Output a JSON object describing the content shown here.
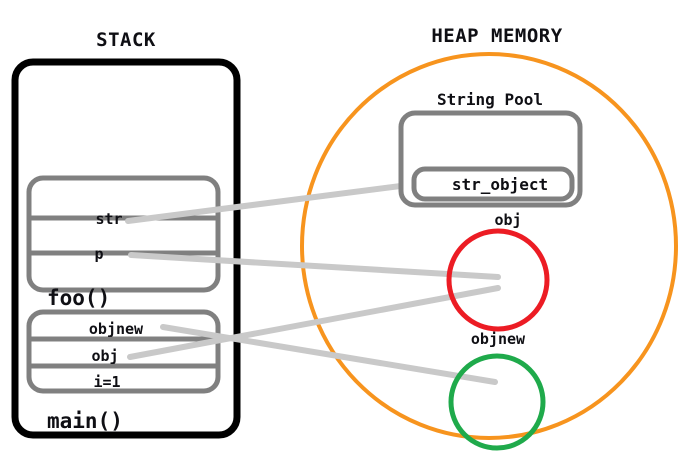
{
  "diagram": {
    "title_stack": "STACK",
    "title_heap": "HEAP MEMORY"
  },
  "stack": {
    "label": "STACK",
    "frames": [
      {
        "name": "foo()",
        "slots": [
          {
            "label": ""
          },
          {
            "label": "str"
          },
          {
            "label": "p"
          }
        ]
      },
      {
        "name": "main()",
        "slots": [
          {
            "label": "objnew"
          },
          {
            "label": "obj"
          },
          {
            "label": "i=1"
          }
        ]
      }
    ]
  },
  "heap": {
    "label": "HEAP MEMORY",
    "string_pool": {
      "title": "String Pool",
      "entries": [
        {
          "label": "str_object"
        }
      ]
    },
    "objects": [
      {
        "caption": "obj",
        "color": "#ec1c24"
      },
      {
        "caption": "objnew",
        "color": "#1faa4b"
      }
    ]
  },
  "colors": {
    "heap_outline": "#f7941e",
    "stack_outline": "#000000",
    "frame_outline": "#808080",
    "pool_outline": "#808080",
    "connector": "#c9c9c9",
    "obj_red": "#ec1c24",
    "objnew_green": "#1faa4b",
    "text": "#0f0f14",
    "background": "#ffffff"
  },
  "connectors": [
    {
      "from": "stack-slot-str",
      "to": "pool-entry-str_object"
    },
    {
      "from": "stack-slot-p",
      "to": "heap-object-obj"
    },
    {
      "from": "stack-slot-obj",
      "to": "heap-object-obj"
    },
    {
      "from": "stack-slot-objnew",
      "to": "heap-object-objnew"
    }
  ]
}
